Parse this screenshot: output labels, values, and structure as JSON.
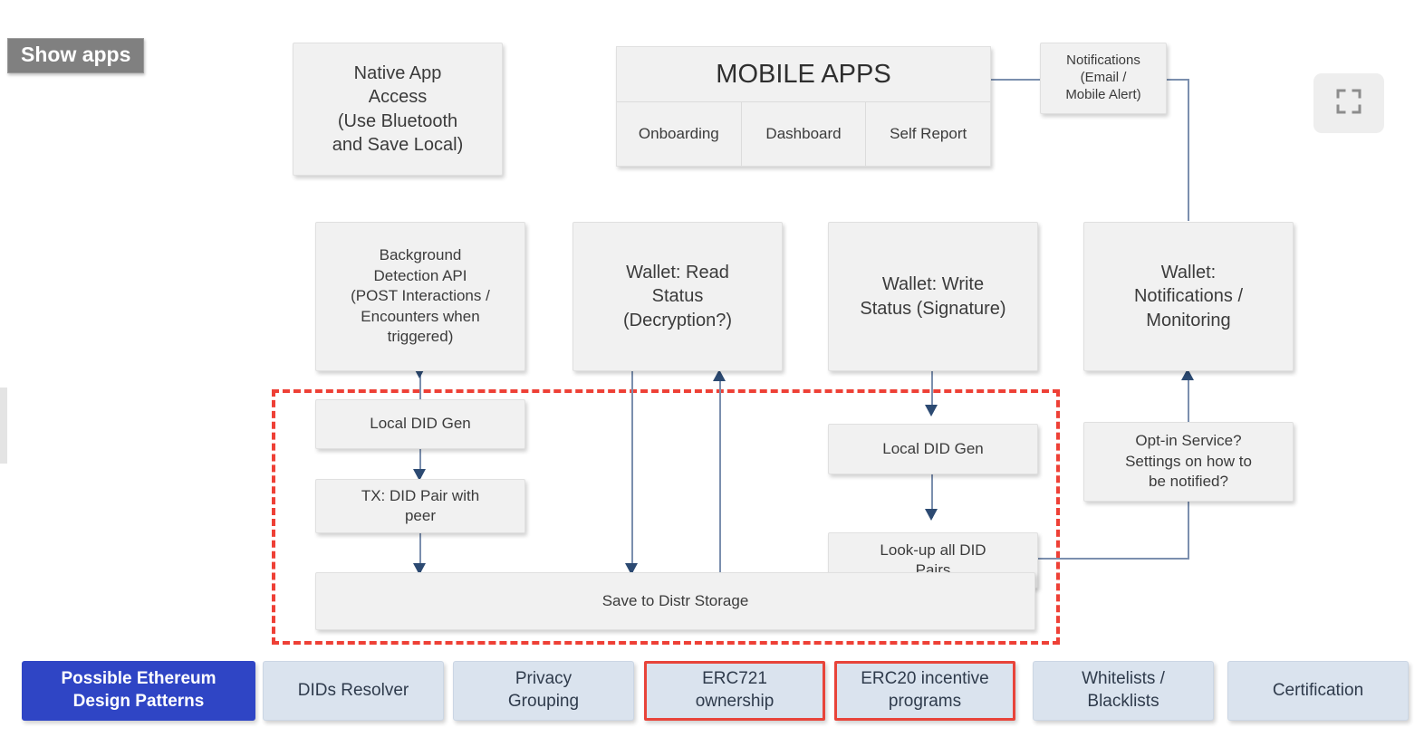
{
  "overlay": {
    "show_apps_label": "Show apps",
    "fullscreen_icon": "fullscreen-expand-icon"
  },
  "colors": {
    "node_fill": "#f1f1f1",
    "connector": "#7b8fae",
    "arrow_head": "#2c4a72",
    "dashed_boundary": "#ee4036",
    "pattern_fill": "#dae3ee",
    "pattern_accent": "#2f45c5",
    "pattern_highlight_border": "#e8443a"
  },
  "diagram": {
    "native_app": "Native App\nAccess\n(Use Bluetooth\nand Save Local)",
    "mobile_apps": {
      "title": "MOBILE APPS",
      "subitems": [
        "Onboarding",
        "Dashboard",
        "Self Report"
      ]
    },
    "notifications": "Notifications\n(Email /\nMobile Alert)",
    "background_detection": "Background\nDetection API\n(POST Interactions /\nEncounters when\ntriggered)",
    "wallet_read": "Wallet: Read\nStatus\n(Decryption?)",
    "wallet_write": "Wallet: Write\nStatus (Signature)",
    "wallet_notifications": "Wallet:\nNotifications /\nMonitoring",
    "local_did_gen_left": "Local DID Gen",
    "tx_did_pair": "TX: DID Pair with\npeer",
    "local_did_gen_right": "Local DID Gen",
    "lookup_did_pairs": "Look-up all DID\nPairs",
    "save_to_storage": "Save to Distr Storage",
    "opt_in_service": "Opt-in Service?\nSettings on how to\nbe notified?"
  },
  "patterns": [
    {
      "label": "Possible Ethereum\nDesign Patterns",
      "style": "accent"
    },
    {
      "label": "DIDs Resolver",
      "style": "plain"
    },
    {
      "label": "Privacy\nGrouping",
      "style": "plain"
    },
    {
      "label": "ERC721\nownership",
      "style": "highlight"
    },
    {
      "label": "ERC20 incentive\nprograms",
      "style": "highlight"
    },
    {
      "label": "Whitelists /\nBlacklists",
      "style": "plain"
    },
    {
      "label": "Certification",
      "style": "plain"
    }
  ]
}
